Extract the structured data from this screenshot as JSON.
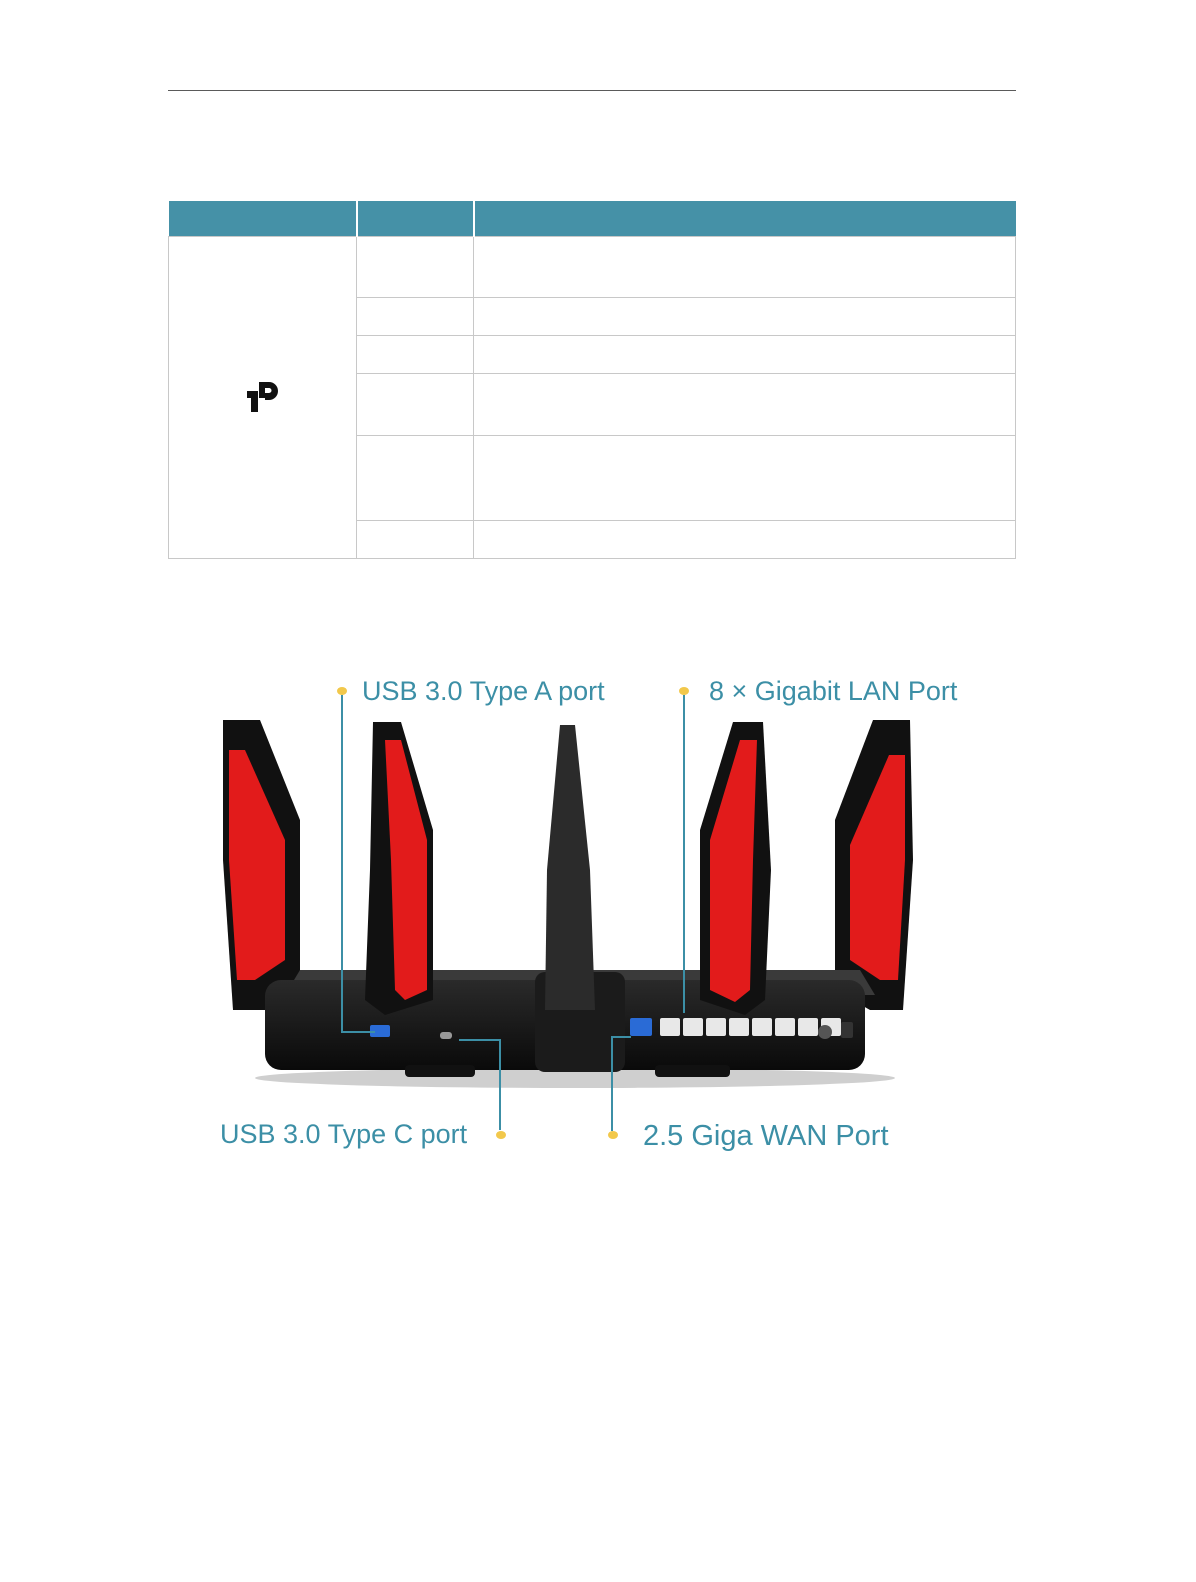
{
  "callouts": {
    "usb_a": "USB 3.0 Type A port",
    "lan": "8 × Gigabit LAN Port",
    "usb_c": "USB 3.0 Type C port",
    "wan": "2.5 Giga WAN Port"
  },
  "colors": {
    "table_header": "#4591a7",
    "callout_text": "#3c8fa6",
    "callout_dot": "#f2c84b",
    "antenna_red": "#e21b1b"
  },
  "icons": {
    "brand_logo": "tp-link-logo"
  }
}
